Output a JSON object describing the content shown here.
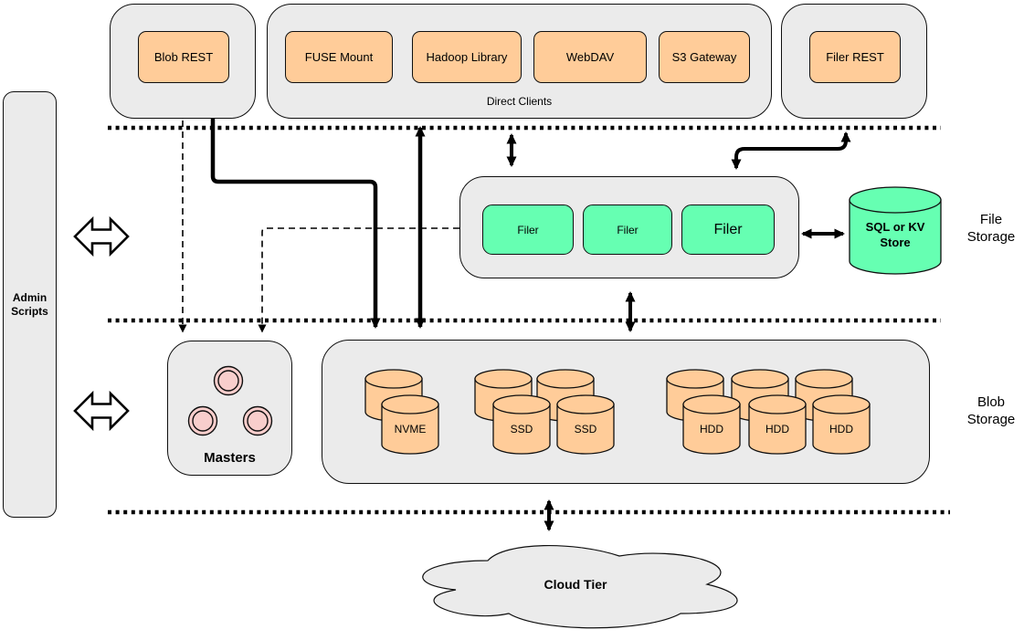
{
  "colors": {
    "container_fill": "#EBEBEB",
    "client_fill": "#FFCC99",
    "filer_fill": "#66FFB2",
    "master_fill": "#F8CECC",
    "stroke": "#000000",
    "background": "#FFFFFF"
  },
  "admin": {
    "label": "Admin\nScripts"
  },
  "clients": {
    "blob_rest": "Blob REST",
    "direct": {
      "label": "Direct Clients",
      "items": [
        "FUSE Mount",
        "Hadoop Library",
        "WebDAV",
        "S3 Gateway"
      ]
    },
    "filer_rest": "Filer REST"
  },
  "file_tier": {
    "filers": [
      "Filer",
      "Filer",
      "Filer"
    ],
    "store": "SQL or KV\nStore",
    "side_label": "File\nStorage"
  },
  "blob_tier": {
    "masters": "Masters",
    "nvme": [
      "NVME"
    ],
    "ssd": [
      "SSD",
      "SSD"
    ],
    "hdd": [
      "HDD",
      "HDD",
      "HDD"
    ],
    "side_label": "Blob\nStorage"
  },
  "cloud": {
    "label": "Cloud Tier"
  }
}
